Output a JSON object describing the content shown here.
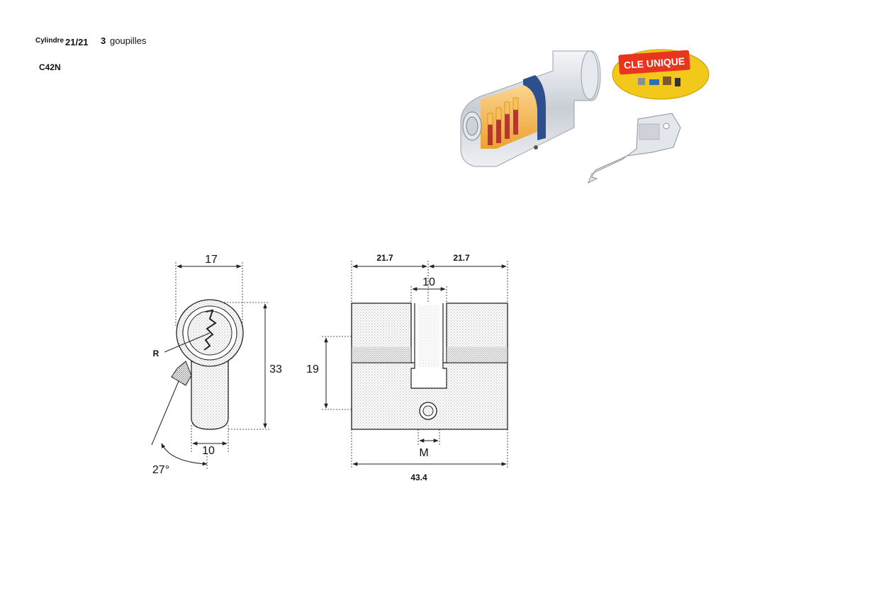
{
  "header": {
    "model_label": "Cylindre",
    "size": "21/21",
    "pin_count": "3",
    "pin_label": "goupilles",
    "reference": "C42N"
  },
  "badge": {
    "text": "CLE UNIQUE",
    "bg_color": "#e8361e",
    "oval_color": "#f2c81a"
  },
  "drawing": {
    "side_view": {
      "width": "17",
      "height": "33",
      "bottom_width": "10",
      "angle": "27°",
      "radius_label": "R"
    },
    "front_view": {
      "left_half": "21.7",
      "right_half": "21.7",
      "cam_slot": "10",
      "cam_height": "19",
      "screw_label": "M",
      "total_length": "43.4"
    }
  },
  "colors": {
    "line": "#222222",
    "cylinder_body": "#d9dde2",
    "pins_orange": "#f3a623",
    "pins_red": "#b33a2a",
    "cam_blue": "#2d4f8e"
  }
}
